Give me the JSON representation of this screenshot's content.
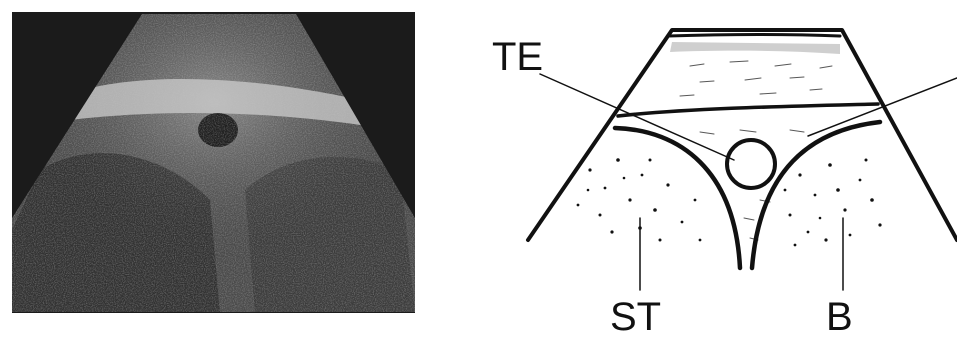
{
  "labels": {
    "te": "TE",
    "st": "ST",
    "b": "B"
  },
  "colors": {
    "background": "#ffffff",
    "ink": "#111111",
    "ultrasound_dark": "#151515",
    "ultrasound_bright": "#d8d8d8"
  }
}
